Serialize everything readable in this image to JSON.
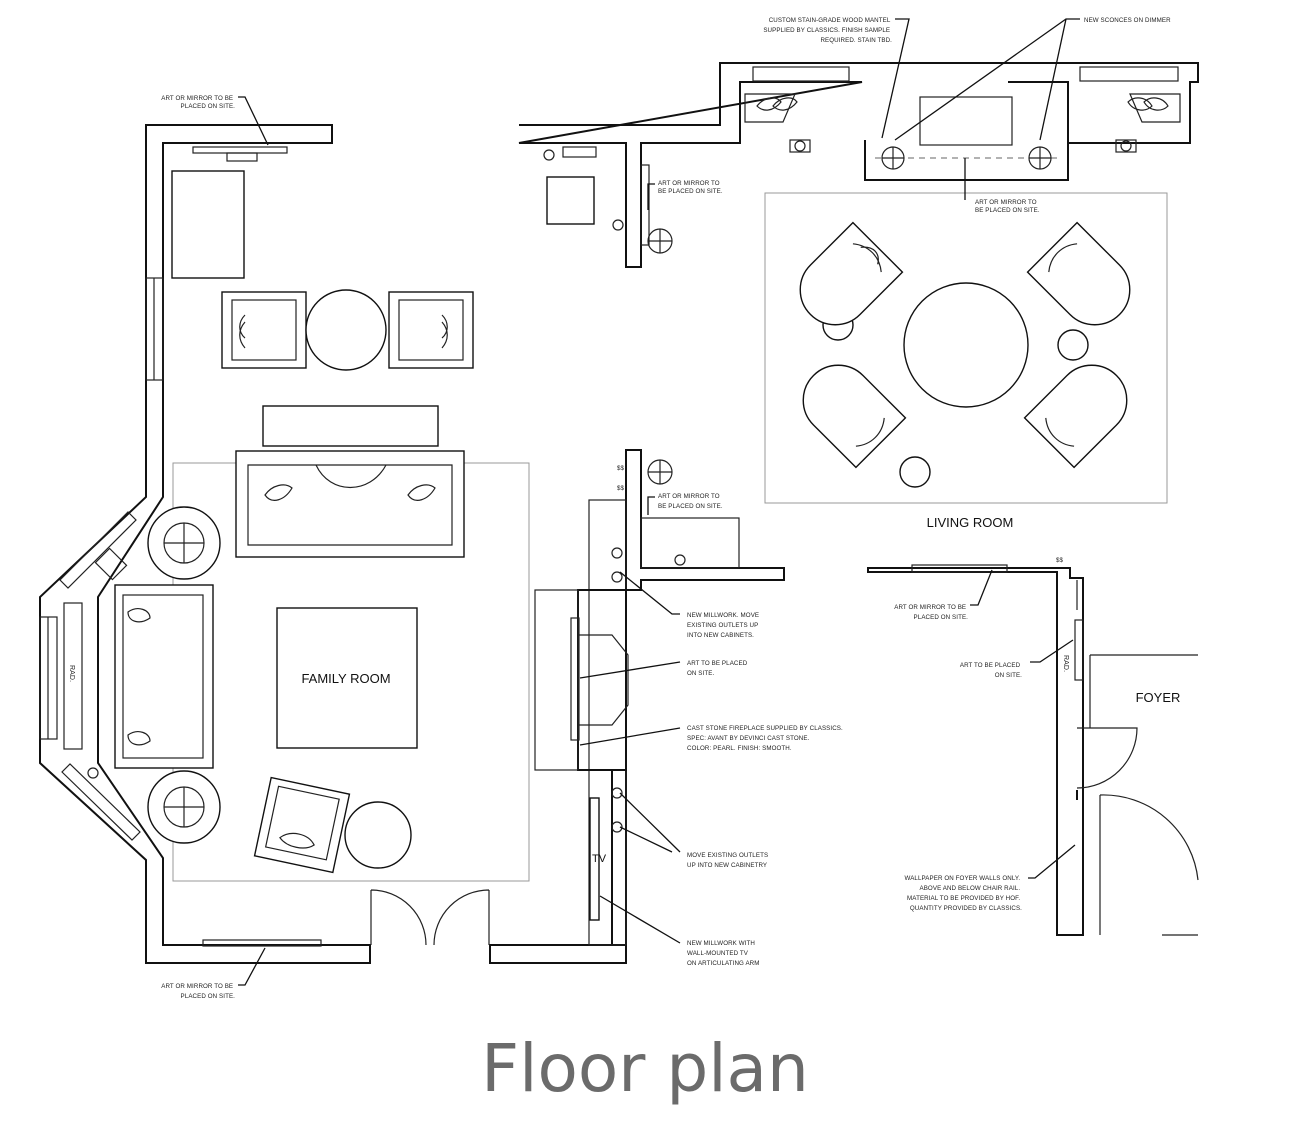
{
  "caption": "Floor plan",
  "rooms": {
    "family_room": "FAMILY ROOM",
    "living_room": "LIVING ROOM",
    "foyer": "FOYER"
  },
  "fixture_labels": {
    "tv": "TV",
    "radiator": "RAD.",
    "radiator_foyer": "RAD."
  },
  "notes": {
    "art_top_left": [
      "ART OR MIRROR TO BE",
      "PLACED ON SITE."
    ],
    "mantel": [
      "CUSTOM STAIN-GRADE WOOD MANTEL",
      "SUPPLIED BY CLASSICS. FINISH SAMPLE",
      "REQUIRED. STAIN TBD."
    ],
    "sconces": [
      "NEW SCONCES ON DIMMER"
    ],
    "art_pier": [
      "ART OR MIRROR TO",
      "BE PLACED ON SITE."
    ],
    "art_fireplace": [
      "ART OR MIRROR TO",
      "BE PLACED ON SITE."
    ],
    "art_mid": [
      "ART OR MIRROR TO",
      "BE PLACED ON SITE."
    ],
    "millwork_move": [
      "NEW MILLWORK. MOVE",
      "EXISTING OUTLETS UP",
      "INTO NEW CABINETS."
    ],
    "art_placed": [
      "ART TO BE PLACED",
      "ON SITE."
    ],
    "cast_stone": [
      "CAST STONE FIREPLACE SUPPLIED BY CLASSICS.",
      "SPEC: AVANT BY DEVINCI CAST STONE.",
      "COLOR: PEARL. FINISH: SMOOTH."
    ],
    "outlets": [
      "MOVE EXISTING OUTLETS",
      "UP INTO NEW CABINETRY"
    ],
    "millwork_tv": [
      "NEW MILLWORK WITH",
      "WALL-MOUNTED TV",
      "ON ARTICULATING ARM"
    ],
    "art_bottom_left": [
      "ART OR MIRROR TO BE",
      "PLACED ON SITE."
    ],
    "art_foyer_top": [
      "ART OR MIRROR TO BE",
      "PLACED ON SITE."
    ],
    "art_foyer": [
      "ART TO BE PLACED",
      "ON SITE."
    ],
    "wallpaper": [
      "WALLPAPER ON FOYER WALLS ONLY.",
      "ABOVE AND BELOW CHAIR RAIL.",
      "MATERIAL TO BE PROVIDED BY HOF.",
      "QUANTITY PROVIDED BY CLASSICS."
    ]
  }
}
